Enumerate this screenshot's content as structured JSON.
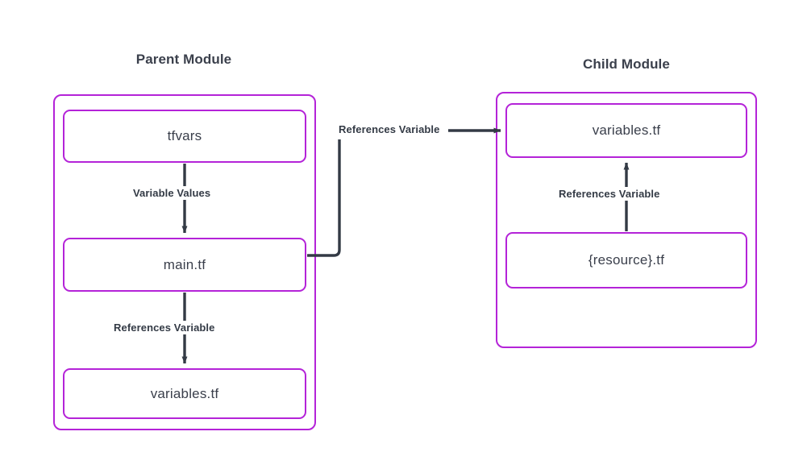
{
  "diagram": {
    "title_parent": "Parent Module",
    "title_child": "Child Module",
    "colors": {
      "module_border": "#b423d8",
      "box_border": "#b423d8",
      "arrow": "#333a45",
      "text": "#3a3f4b",
      "title_text": "#3b404c",
      "background": "#ffffff"
    },
    "parent_module": {
      "label": "Parent Module",
      "boxes": [
        {
          "id": "tfvars",
          "label": "tfvars"
        },
        {
          "id": "main",
          "label": "main.tf"
        },
        {
          "id": "variables",
          "label": "variables.tf"
        }
      ],
      "edges": [
        {
          "from": "tfvars",
          "to": "main",
          "label": "Variable Values",
          "direction": "down"
        },
        {
          "from": "main",
          "to": "variables",
          "label": "References Variable",
          "direction": "down"
        }
      ]
    },
    "child_module": {
      "label": "Child Module",
      "boxes": [
        {
          "id": "variables",
          "label": "variables.tf"
        },
        {
          "id": "resource",
          "label": "{resource}.tf"
        }
      ],
      "edges": [
        {
          "from": "resource",
          "to": "variables",
          "label": "References Variable",
          "direction": "up"
        }
      ]
    },
    "cross_module_edge": {
      "from": "parent.main.tf",
      "to": "child.variables.tf",
      "label": "References Variable",
      "direction": "right"
    }
  }
}
